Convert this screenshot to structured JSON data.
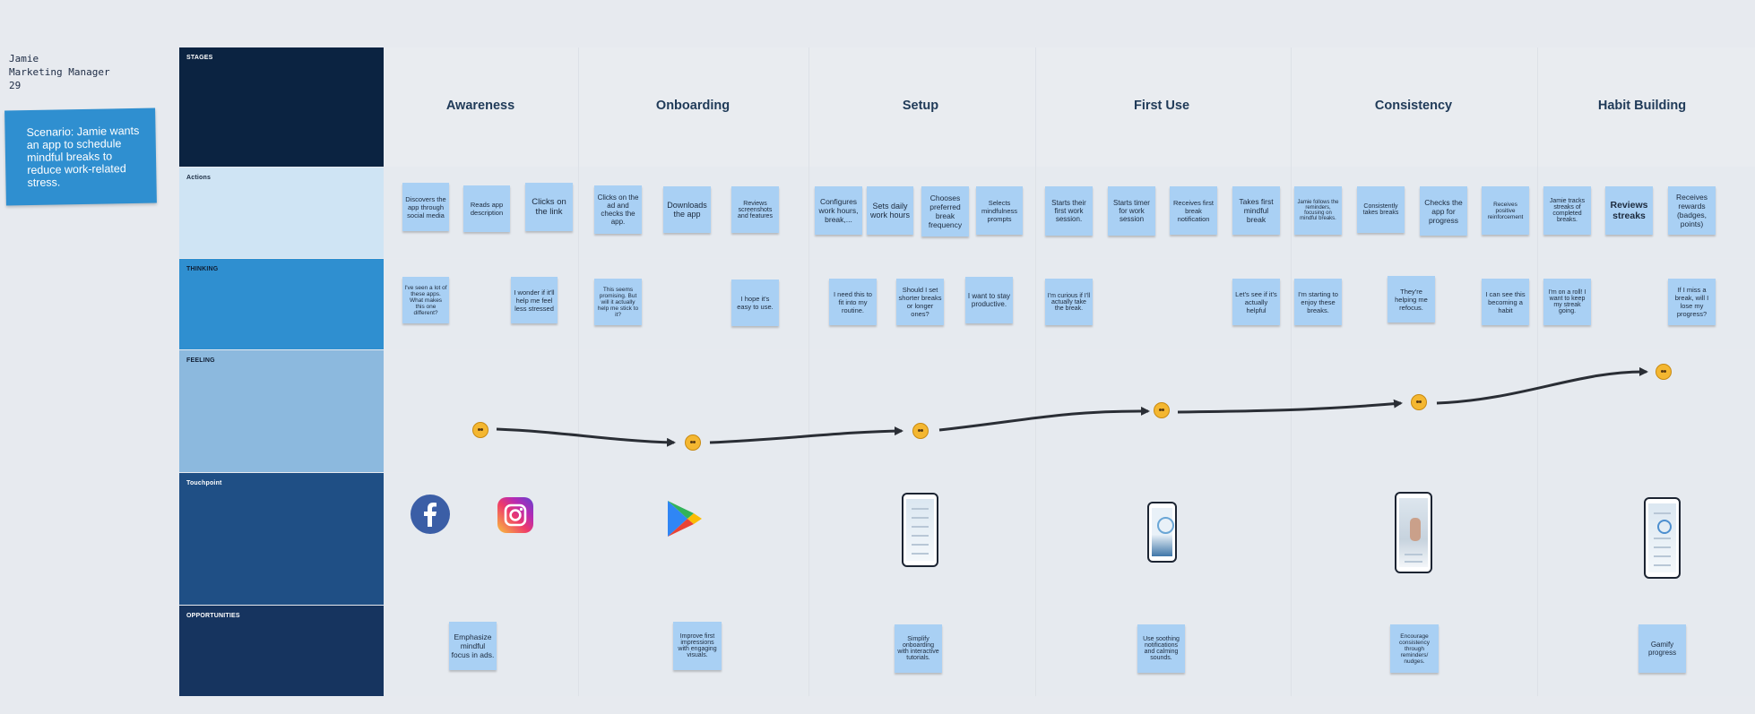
{
  "persona": {
    "name": "Jamie",
    "role": "Marketing Manager",
    "age": "29"
  },
  "scenario": "Scenario: Jamie wants an app to schedule mindful breaks to reduce work-related stress.",
  "rows": {
    "stages": "STAGES",
    "actions": "Actions",
    "thinking": "THINKING",
    "feeling": "FEELING",
    "touchpoint": "Touchpoint",
    "opportunities": "OPPORTUNITIES"
  },
  "stages": [
    "Awareness",
    "Onboarding",
    "Setup",
    "First Use",
    "Consistency",
    "Habit Building"
  ],
  "actions": [
    "Discovers the app through social media",
    "Reads app description",
    "Clicks on the link",
    "Clicks on the ad and checks the app.",
    "Downloads the app",
    "Reviews screenshots and features",
    "Configures work hours, break,...",
    "Sets daily work hours",
    "Chooses preferred break frequency",
    "Selects mindfulness prompts",
    "Starts their first work session.",
    "Starts timer for work session",
    "Receives first break notification",
    "Takes first mindful break",
    "Jamie follows the reminders, focusing on mindful breaks.",
    "Consistently takes breaks",
    "Checks the app for progress",
    "Receives positive reinforcement",
    "Jamie tracks streaks of completed breaks.",
    "Reviews streaks",
    "Receives rewards (badges, points)"
  ],
  "thinking": [
    "I've seen a lot of these apps. What makes this one different?",
    "I wonder if it'll help me feel less stressed",
    "This seems promising. But will it actually help me stick to it?",
    "I hope it's easy to use.",
    "I need this to fit into my routine.",
    "Should I set shorter breaks or longer ones?",
    "I want to stay productive.",
    "I'm curious if I'll actually take the break.",
    "Let's see if it's actually helpful",
    "I'm starting to enjoy these breaks.",
    "They're helping me refocus.",
    "I can see this becoming a habit",
    "I'm on a roll! I want to keep my streak going.",
    "If I miss a break, will I lose my progress?"
  ],
  "feelings": [
    "thinking-face",
    "neutral-face",
    "monocle-face",
    "smiling-face",
    "hugging-face",
    "relieved-face"
  ],
  "touchpoints": [
    "facebook-logo",
    "instagram-logo",
    "google-play-logo",
    "phone-setup-screen",
    "phone-timer-screen",
    "phone-exercise-screen",
    "phone-progress-screen"
  ],
  "opportunities": [
    "Emphasize mindful focus in ads.",
    "Improve first impressions with engaging visuals.",
    "Simplify onboarding with interactive tutorials.",
    "Use soothing notifications and calming sounds.",
    "Encourage consistency through reminders/ nudges.",
    "Gamify progress"
  ],
  "colors": {
    "stages_band": "#0b2341",
    "actions_band": "#cfe4f4",
    "thinking_band": "#2f8fd0",
    "feeling_band": "#8cb9de",
    "touchpoint_band": "#1f4f85",
    "opportunities_band": "#16345f",
    "sticky": "#a9d0f4",
    "arrow": "#2a2e35"
  }
}
